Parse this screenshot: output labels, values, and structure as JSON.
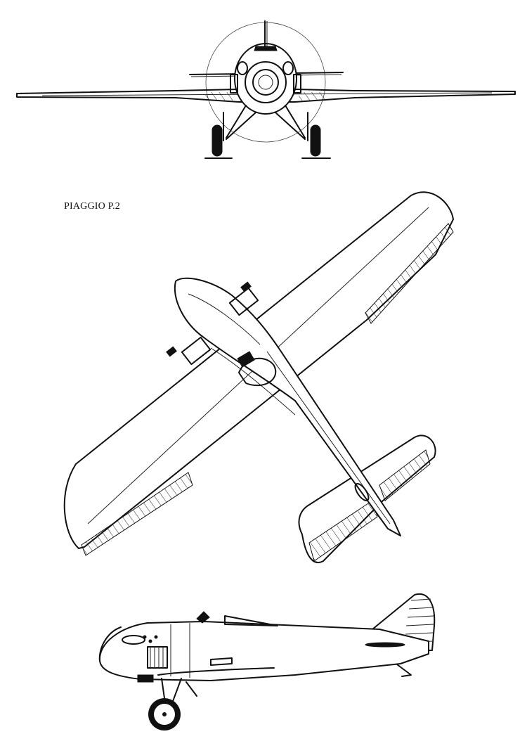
{
  "caption": "PIAGGIO P.2",
  "views": {
    "front": "front-view",
    "plan": "plan-view",
    "side": "side-view"
  },
  "line_color": "#111111",
  "background": "#ffffff"
}
